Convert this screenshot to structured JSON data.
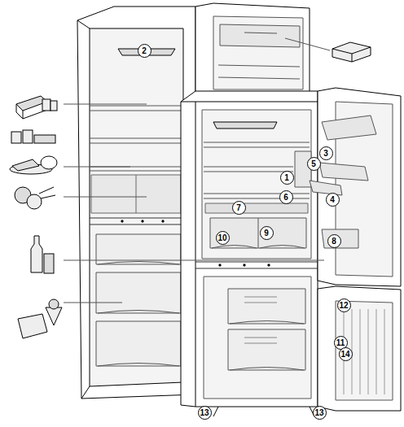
{
  "diagram": {
    "labels": [
      "2",
      "3",
      "5",
      "1",
      "6",
      "4",
      "7",
      "9",
      "10",
      "8",
      "12",
      "11",
      "14",
      "13",
      "13"
    ]
  }
}
